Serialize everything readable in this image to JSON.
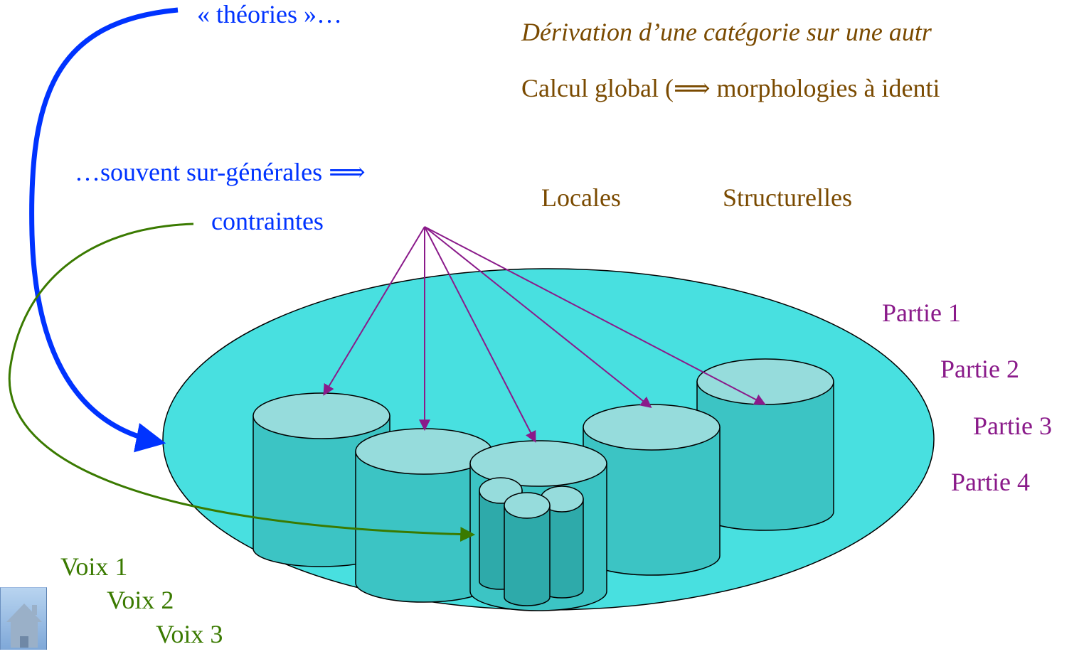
{
  "labels": {
    "theories": "« théories »…",
    "derivation": "Dérivation d’une catégorie sur une autr",
    "calcul": "Calcul global (⟹ morphologies à identi",
    "souvent": "…souvent sur-générales ⟹",
    "contraintes": "contraintes",
    "locales": "Locales",
    "structurelles": "Structurelles"
  },
  "parties": [
    "Partie 1",
    "Partie 2",
    "Partie 3",
    "Partie 4"
  ],
  "voix": [
    "Voix 1",
    "Voix 2",
    "Voix 3"
  ],
  "colors": {
    "blue": "#0033ff",
    "brown": "#7a4a00",
    "purple": "#8a1a8a",
    "green": "#3a7a00",
    "ellipse": "#48e0e0",
    "cylinder_body": "#3cc4c4",
    "cylinder_top": "#96dcdc"
  },
  "home_button": {
    "icon": "home-icon"
  }
}
